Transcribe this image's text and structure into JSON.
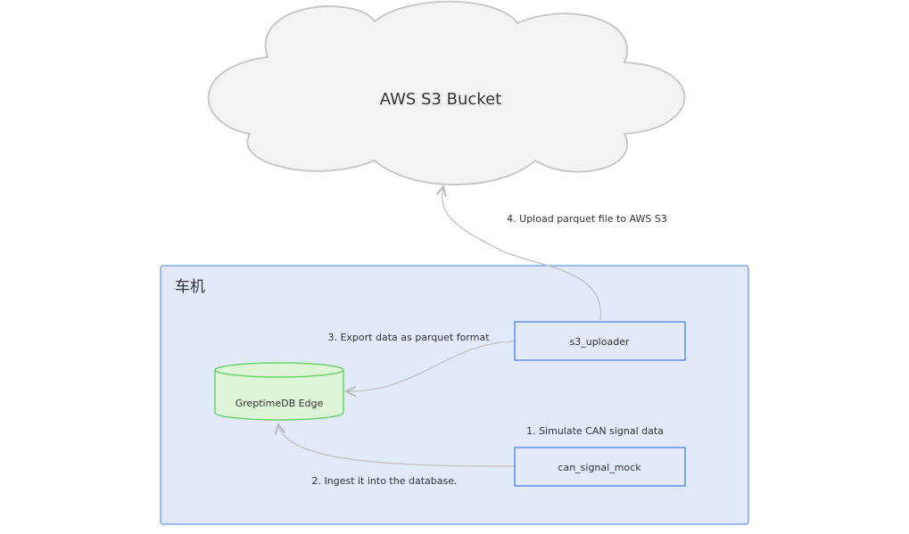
{
  "cloud": {
    "label": "AWS S3 Bucket"
  },
  "group": {
    "title": "车机"
  },
  "nodes": {
    "database": {
      "label": "GreptimeDB Edge"
    },
    "uploader": {
      "label": "s3_uploader"
    },
    "mock": {
      "label": "can_signal_mock"
    }
  },
  "edges": {
    "simulate": {
      "label": "1. Simulate CAN signal data"
    },
    "ingest": {
      "label": "2. Ingest it into the database."
    },
    "export": {
      "label": "3. Export data as parquet format"
    },
    "upload": {
      "label": "4. Upload parquet file to AWS S3"
    }
  }
}
